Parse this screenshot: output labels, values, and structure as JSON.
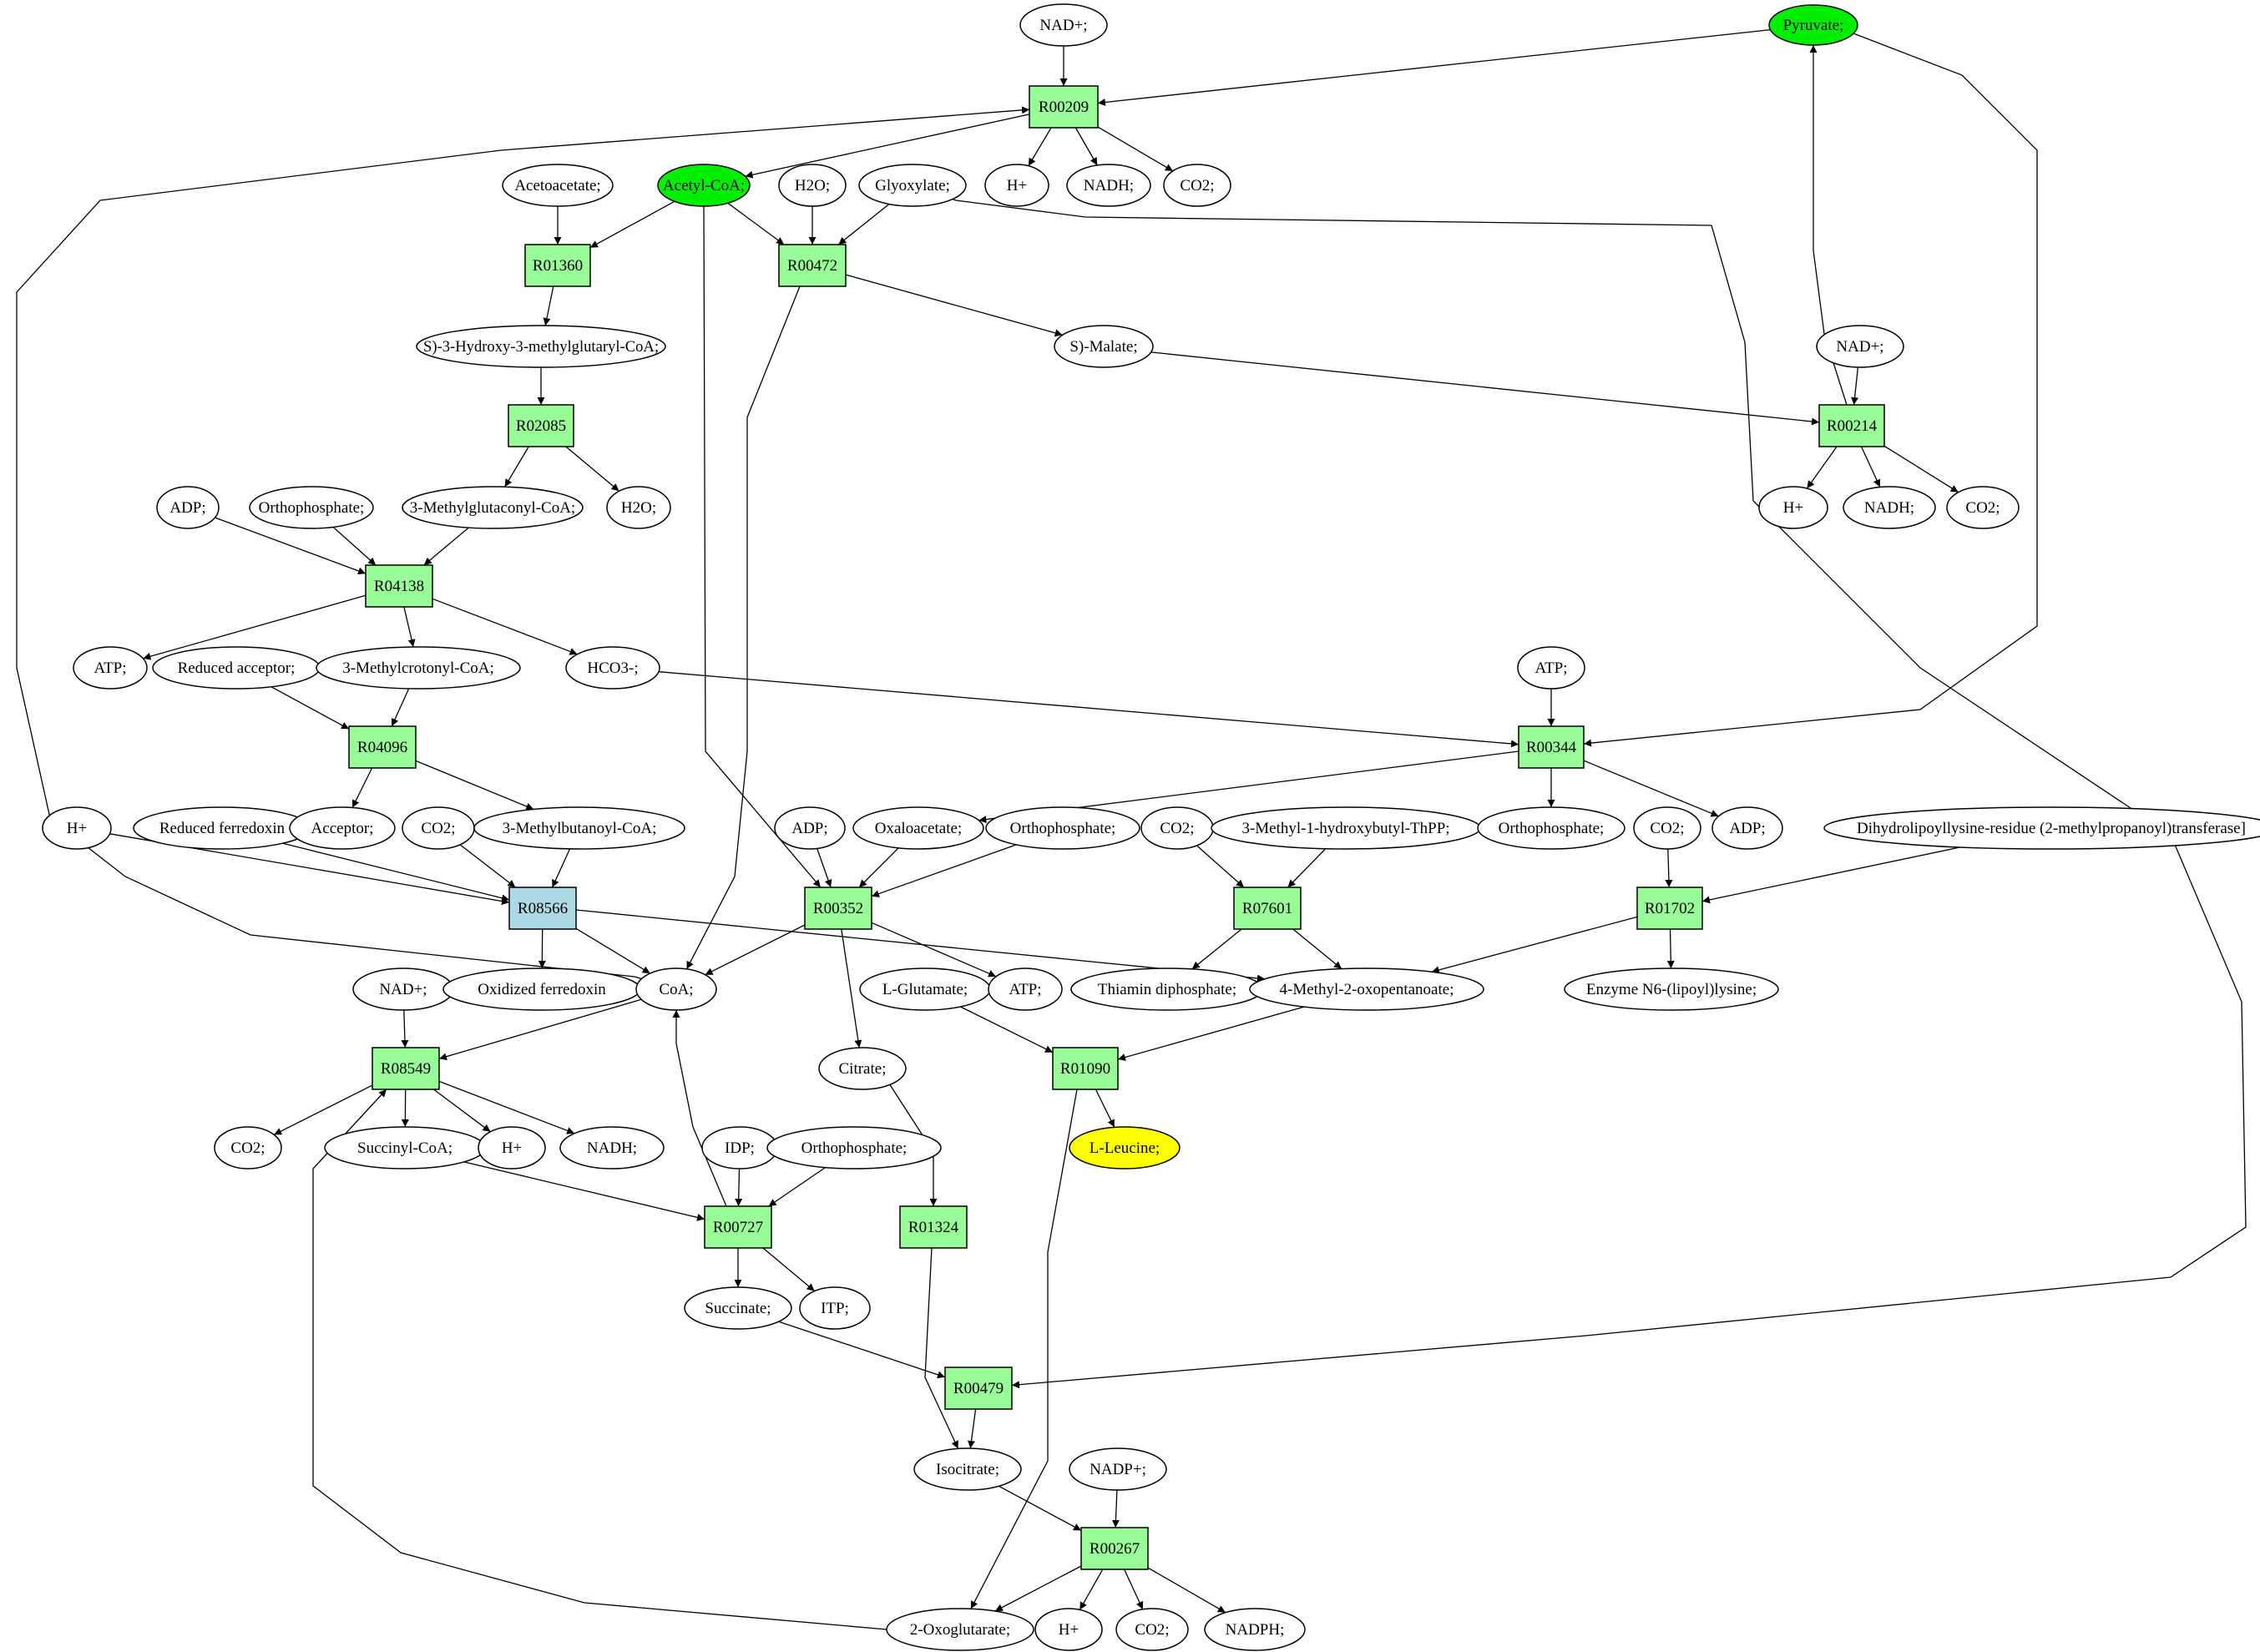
{
  "diagram": {
    "type": "metabolic-pathway-graph",
    "colors": {
      "reaction": "#98fb98",
      "reaction_highlight": "#add8e6",
      "source_compound": "#00ee00",
      "target_compound": "#ffff00",
      "compound": "#ffffff",
      "stroke": "#000000"
    },
    "nodes": [
      {
        "id": "c_nad1",
        "label": "NAD+;",
        "kind": "compound"
      },
      {
        "id": "c_pyruvate",
        "label": "Pyruvate;",
        "kind": "source"
      },
      {
        "id": "r_R00209",
        "label": "R00209",
        "kind": "reaction"
      },
      {
        "id": "c_acetoacetate",
        "label": "Acetoacetate;",
        "kind": "compound"
      },
      {
        "id": "c_acetylcoa",
        "label": "Acetyl-CoA;",
        "kind": "source"
      },
      {
        "id": "c_h2o1",
        "label": "H2O;",
        "kind": "compound"
      },
      {
        "id": "c_glyoxylate",
        "label": "Glyoxylate;",
        "kind": "compound"
      },
      {
        "id": "c_hplus1",
        "label": "H+",
        "kind": "compound"
      },
      {
        "id": "c_nadh1",
        "label": "NADH;",
        "kind": "compound"
      },
      {
        "id": "c_co2_1",
        "label": "CO2;",
        "kind": "compound"
      },
      {
        "id": "r_R01360",
        "label": "R01360",
        "kind": "reaction"
      },
      {
        "id": "r_R00472",
        "label": "R00472",
        "kind": "reaction"
      },
      {
        "id": "c_hmgcoa",
        "label": "S)-3-Hydroxy-3-methylglutaryl-CoA;",
        "kind": "compound"
      },
      {
        "id": "c_malate",
        "label": "S)-Malate;",
        "kind": "compound"
      },
      {
        "id": "c_nad2",
        "label": "NAD+;",
        "kind": "compound"
      },
      {
        "id": "r_R02085",
        "label": "R02085",
        "kind": "reaction"
      },
      {
        "id": "r_R00214",
        "label": "R00214",
        "kind": "reaction"
      },
      {
        "id": "c_adp1",
        "label": "ADP;",
        "kind": "compound"
      },
      {
        "id": "c_ortho1",
        "label": "Orthophosphate;",
        "kind": "compound"
      },
      {
        "id": "c_mgcoa",
        "label": "3-Methylglutaconyl-CoA;",
        "kind": "compound"
      },
      {
        "id": "c_h2o2",
        "label": "H2O;",
        "kind": "compound"
      },
      {
        "id": "c_hplus2",
        "label": "H+",
        "kind": "compound"
      },
      {
        "id": "c_nadh2",
        "label": "NADH;",
        "kind": "compound"
      },
      {
        "id": "c_co2_2",
        "label": "CO2;",
        "kind": "compound"
      },
      {
        "id": "r_R04138",
        "label": "R04138",
        "kind": "reaction"
      },
      {
        "id": "c_atp1",
        "label": "ATP;",
        "kind": "compound"
      },
      {
        "id": "c_redacc",
        "label": "Reduced acceptor;",
        "kind": "compound"
      },
      {
        "id": "c_mccoa",
        "label": "3-Methylcrotonyl-CoA;",
        "kind": "compound"
      },
      {
        "id": "c_hco3",
        "label": "HCO3-;",
        "kind": "compound"
      },
      {
        "id": "c_atp2",
        "label": "ATP;",
        "kind": "compound"
      },
      {
        "id": "r_R04096",
        "label": "R04096",
        "kind": "reaction"
      },
      {
        "id": "r_R00344",
        "label": "R00344",
        "kind": "reaction"
      },
      {
        "id": "c_hplus3",
        "label": "H+",
        "kind": "compound"
      },
      {
        "id": "c_redferr",
        "label": "Reduced ferredoxin",
        "kind": "compound"
      },
      {
        "id": "c_acceptor",
        "label": "Acceptor;",
        "kind": "compound"
      },
      {
        "id": "c_co2_3",
        "label": "CO2;",
        "kind": "compound"
      },
      {
        "id": "c_mbcoa",
        "label": "3-Methylbutanoyl-CoA;",
        "kind": "compound"
      },
      {
        "id": "c_adp2",
        "label": "ADP;",
        "kind": "compound"
      },
      {
        "id": "c_oxaloacetate",
        "label": "Oxaloacetate;",
        "kind": "compound"
      },
      {
        "id": "c_ortho2",
        "label": "Orthophosphate;",
        "kind": "compound"
      },
      {
        "id": "c_co2_4",
        "label": "CO2;",
        "kind": "compound"
      },
      {
        "id": "c_mhbthpp",
        "label": "3-Methyl-1-hydroxybutyl-ThPP;",
        "kind": "compound"
      },
      {
        "id": "c_ortho3",
        "label": "Orthophosphate;",
        "kind": "compound"
      },
      {
        "id": "c_co2_5",
        "label": "CO2;",
        "kind": "compound"
      },
      {
        "id": "c_adp3",
        "label": "ADP;",
        "kind": "compound"
      },
      {
        "id": "c_dihydro",
        "label": "Dihydrolipoyllysine-residue (2-methylpropanoyl)transferase]",
        "kind": "compound"
      },
      {
        "id": "r_R08566",
        "label": "R08566",
        "kind": "reaction_highlight"
      },
      {
        "id": "r_R00352",
        "label": "R00352",
        "kind": "reaction"
      },
      {
        "id": "r_R07601",
        "label": "R07601",
        "kind": "reaction"
      },
      {
        "id": "r_R01702",
        "label": "R01702",
        "kind": "reaction"
      },
      {
        "id": "c_nad3",
        "label": "NAD+;",
        "kind": "compound"
      },
      {
        "id": "c_oxferr",
        "label": "Oxidized ferredoxin",
        "kind": "compound"
      },
      {
        "id": "c_coa",
        "label": "CoA;",
        "kind": "compound"
      },
      {
        "id": "c_lglu",
        "label": "L-Glutamate;",
        "kind": "compound"
      },
      {
        "id": "c_atp3",
        "label": "ATP;",
        "kind": "compound"
      },
      {
        "id": "c_thiamin",
        "label": "Thiamin diphosphate;",
        "kind": "compound"
      },
      {
        "id": "c_4m2o",
        "label": "4-Methyl-2-oxopentanoate;",
        "kind": "compound"
      },
      {
        "id": "c_enzyme",
        "label": "Enzyme N6-(lipoyl)lysine;",
        "kind": "compound"
      },
      {
        "id": "r_R08549",
        "label": "R08549",
        "kind": "reaction"
      },
      {
        "id": "c_citrate",
        "label": "Citrate;",
        "kind": "compound"
      },
      {
        "id": "r_R01090",
        "label": "R01090",
        "kind": "reaction"
      },
      {
        "id": "c_co2_6",
        "label": "CO2;",
        "kind": "compound"
      },
      {
        "id": "c_succoa",
        "label": "Succinyl-CoA;",
        "kind": "compound"
      },
      {
        "id": "c_hplus4",
        "label": "H+",
        "kind": "compound"
      },
      {
        "id": "c_nadh3",
        "label": "NADH;",
        "kind": "compound"
      },
      {
        "id": "c_idp",
        "label": "IDP;",
        "kind": "compound"
      },
      {
        "id": "c_ortho4",
        "label": "Orthophosphate;",
        "kind": "compound"
      },
      {
        "id": "c_leucine",
        "label": "L-Leucine;",
        "kind": "target"
      },
      {
        "id": "r_R00727",
        "label": "R00727",
        "kind": "reaction"
      },
      {
        "id": "r_R01324",
        "label": "R01324",
        "kind": "reaction"
      },
      {
        "id": "c_succinate",
        "label": "Succinate;",
        "kind": "compound"
      },
      {
        "id": "c_itp",
        "label": "ITP;",
        "kind": "compound"
      },
      {
        "id": "r_R00479",
        "label": "R00479",
        "kind": "reaction"
      },
      {
        "id": "c_isocitrate",
        "label": "Isocitrate;",
        "kind": "compound"
      },
      {
        "id": "c_nadp",
        "label": "NADP+;",
        "kind": "compound"
      },
      {
        "id": "r_R00267",
        "label": "R00267",
        "kind": "reaction"
      },
      {
        "id": "c_2og",
        "label": "2-Oxoglutarate;",
        "kind": "compound"
      },
      {
        "id": "c_hplus5",
        "label": "H+",
        "kind": "compound"
      },
      {
        "id": "c_co2_7",
        "label": "CO2;",
        "kind": "compound"
      },
      {
        "id": "c_nadph",
        "label": "NADPH;",
        "kind": "compound"
      }
    ],
    "edges": [
      [
        "c_nad1",
        "r_R00209"
      ],
      [
        "c_pyruvate",
        "r_R00209"
      ],
      [
        "c_coa",
        "r_R00209"
      ],
      [
        "r_R00209",
        "c_acetylcoa"
      ],
      [
        "r_R00209",
        "c_hplus1"
      ],
      [
        "r_R00209",
        "c_nadh1"
      ],
      [
        "r_R00209",
        "c_co2_1"
      ],
      [
        "c_acetoacetate",
        "r_R01360"
      ],
      [
        "c_acetylcoa",
        "r_R01360"
      ],
      [
        "r_R01360",
        "c_hmgcoa"
      ],
      [
        "c_acetylcoa",
        "r_R00472"
      ],
      [
        "c_h2o1",
        "r_R00472"
      ],
      [
        "c_glyoxylate",
        "r_R00472"
      ],
      [
        "r_R00472",
        "c_malate"
      ],
      [
        "r_R00472",
        "c_coa"
      ],
      [
        "c_hmgcoa",
        "r_R02085"
      ],
      [
        "r_R02085",
        "c_mgcoa"
      ],
      [
        "r_R02085",
        "c_h2o2"
      ],
      [
        "c_malate",
        "r_R00214"
      ],
      [
        "c_nad2",
        "r_R00214"
      ],
      [
        "r_R00214",
        "c_pyruvate"
      ],
      [
        "r_R00214",
        "c_hplus2"
      ],
      [
        "r_R00214",
        "c_nadh2"
      ],
      [
        "r_R00214",
        "c_co2_2"
      ],
      [
        "c_adp1",
        "r_R04138"
      ],
      [
        "c_ortho1",
        "r_R04138"
      ],
      [
        "c_mgcoa",
        "r_R04138"
      ],
      [
        "r_R04138",
        "c_atp1"
      ],
      [
        "r_R04138",
        "c_mccoa"
      ],
      [
        "r_R04138",
        "c_hco3"
      ],
      [
        "c_redacc",
        "r_R04096"
      ],
      [
        "c_mccoa",
        "r_R04096"
      ],
      [
        "r_R04096",
        "c_acceptor"
      ],
      [
        "r_R04096",
        "c_mbcoa"
      ],
      [
        "c_hco3",
        "r_R00344"
      ],
      [
        "c_atp2",
        "r_R00344"
      ],
      [
        "c_pyruvate",
        "r_R00344"
      ],
      [
        "r_R00344",
        "c_oxaloacetate"
      ],
      [
        "r_R00344",
        "c_ortho3"
      ],
      [
        "r_R00344",
        "c_adp3"
      ],
      [
        "c_hplus3",
        "r_R08566"
      ],
      [
        "c_redferr",
        "r_R08566"
      ],
      [
        "c_co2_3",
        "r_R08566"
      ],
      [
        "c_mbcoa",
        "r_R08566"
      ],
      [
        "r_R08566",
        "c_oxferr"
      ],
      [
        "r_R08566",
        "c_coa"
      ],
      [
        "r_R08566",
        "c_4m2o"
      ],
      [
        "c_acetylcoa",
        "r_R00352"
      ],
      [
        "c_adp2",
        "r_R00352"
      ],
      [
        "c_oxaloacetate",
        "r_R00352"
      ],
      [
        "c_ortho2",
        "r_R00352"
      ],
      [
        "r_R00352",
        "c_coa"
      ],
      [
        "r_R00352",
        "c_atp3"
      ],
      [
        "r_R00352",
        "c_citrate"
      ],
      [
        "c_co2_4",
        "r_R07601"
      ],
      [
        "c_mhbthpp",
        "r_R07601"
      ],
      [
        "r_R07601",
        "c_thiamin"
      ],
      [
        "r_R07601",
        "c_4m2o"
      ],
      [
        "c_co2_5",
        "r_R01702"
      ],
      [
        "c_dihydro",
        "r_R01702"
      ],
      [
        "r_R01702",
        "c_4m2o"
      ],
      [
        "r_R01702",
        "c_enzyme"
      ],
      [
        "c_nad3",
        "r_R08549"
      ],
      [
        "c_coa",
        "r_R08549"
      ],
      [
        "c_2og",
        "r_R08549"
      ],
      [
        "r_R08549",
        "c_co2_6"
      ],
      [
        "r_R08549",
        "c_succoa"
      ],
      [
        "r_R08549",
        "c_hplus4"
      ],
      [
        "r_R08549",
        "c_nadh3"
      ],
      [
        "c_lglu",
        "r_R01090"
      ],
      [
        "c_4m2o",
        "r_R01090"
      ],
      [
        "r_R01090",
        "c_leucine"
      ],
      [
        "r_R01090",
        "c_2og"
      ],
      [
        "c_succoa",
        "r_R00727"
      ],
      [
        "c_idp",
        "r_R00727"
      ],
      [
        "c_ortho4",
        "r_R00727"
      ],
      [
        "r_R00727",
        "c_coa"
      ],
      [
        "r_R00727",
        "c_succinate"
      ],
      [
        "r_R00727",
        "c_itp"
      ],
      [
        "c_citrate",
        "r_R01324"
      ],
      [
        "r_R01324",
        "c_isocitrate"
      ],
      [
        "c_succinate",
        "r_R00479"
      ],
      [
        "c_glyoxylate",
        "r_R00479"
      ],
      [
        "r_R00479",
        "c_isocitrate"
      ],
      [
        "c_isocitrate",
        "r_R00267"
      ],
      [
        "c_nadp",
        "r_R00267"
      ],
      [
        "r_R00267",
        "c_2og"
      ],
      [
        "r_R00267",
        "c_hplus5"
      ],
      [
        "r_R00267",
        "c_co2_7"
      ],
      [
        "r_R00267",
        "c_nadph"
      ]
    ]
  }
}
